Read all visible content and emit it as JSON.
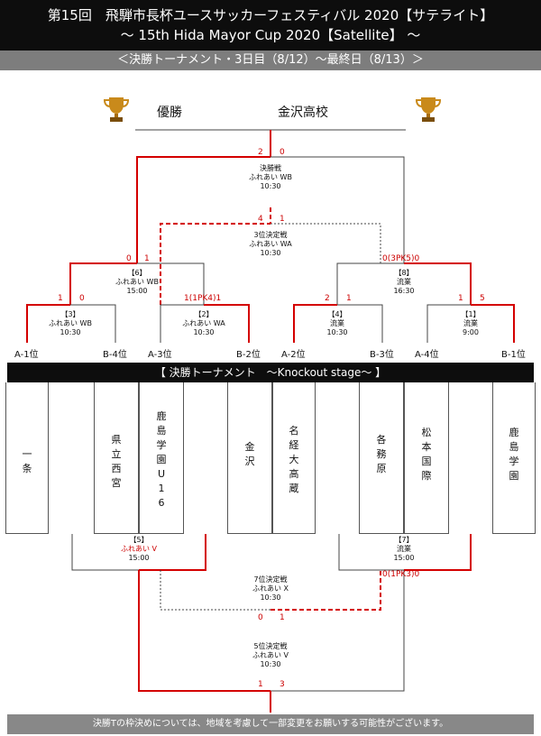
{
  "header": {
    "line1": "第15回　飛騨市長杯ユースサッカーフェスティバル 2020【サテライト】",
    "line2": "～ 15th Hida Mayor Cup 2020【Satellite】 ～",
    "subline": "＜決勝トーナメント・3日目（8/12）～最終日（8/13）＞"
  },
  "champion": {
    "label": "優勝",
    "team": "金沢高校"
  },
  "final": {
    "title": "決勝戦",
    "venue": "ふれあい WB",
    "time": "10:30",
    "score_left": "2",
    "score_right": "0"
  },
  "third": {
    "title": "3位決定戦",
    "venue": "ふれあい WA",
    "time": "10:30",
    "score_left": "4",
    "score_right": "1"
  },
  "m6": {
    "title": "【6】",
    "venue": "ふれあい WB",
    "time": "15:00",
    "score_left": "0",
    "score_right": "1"
  },
  "m8": {
    "title": "【8】",
    "venue": "流業",
    "time": "16:30",
    "score_left": "0(3PK5)0",
    "score_right": ""
  },
  "m3": {
    "title": "【3】",
    "venue": "ふれあい WB",
    "time": "10:30",
    "score_left": "1",
    "score_right": "0"
  },
  "m2": {
    "title": "【2】",
    "venue": "ふれあい WA",
    "time": "10:30",
    "score_left": "1(1PK4)1",
    "score_right": ""
  },
  "m4": {
    "title": "【4】",
    "venue": "流業",
    "time": "10:30",
    "score_left": "2",
    "score_right": "1"
  },
  "m1": {
    "title": "【1】",
    "venue": "流業",
    "time": "9:00",
    "score_left": "1",
    "score_right": "5"
  },
  "seeds": [
    "A-1位",
    "B-4位",
    "A-3位",
    "B-2位",
    "A-2位",
    "B-3位",
    "A-4位",
    "B-1位"
  ],
  "knockout_title": "【 決勝トーナメント　～Knockout stage～ 】",
  "teams": [
    "一条",
    "県立西宮",
    "鹿島学園U16",
    "金沢",
    "名経大高蔵",
    "各務原",
    "松本国際",
    "鹿島学園"
  ],
  "m5": {
    "title": "【5】",
    "venue": "ふれあい V",
    "time": "15:00"
  },
  "m7": {
    "title": "【7】",
    "venue": "流業",
    "time": "15:00"
  },
  "seventh": {
    "title": "7位決定戦",
    "venue": "ふれあい X",
    "time": "10:30",
    "score_left": "0",
    "score_right": "1",
    "score_pk": "0(1PK3)0"
  },
  "fifth": {
    "title": "5位決定戦",
    "venue": "ふれあい V",
    "time": "10:30",
    "score_left": "1",
    "score_right": "3"
  },
  "footer": "決勝Tの枠決めについては、地域を考慮して一部変更をお願いする可能性がございます。",
  "colors": {
    "winner_line": "#d40000",
    "line": "#444444"
  }
}
